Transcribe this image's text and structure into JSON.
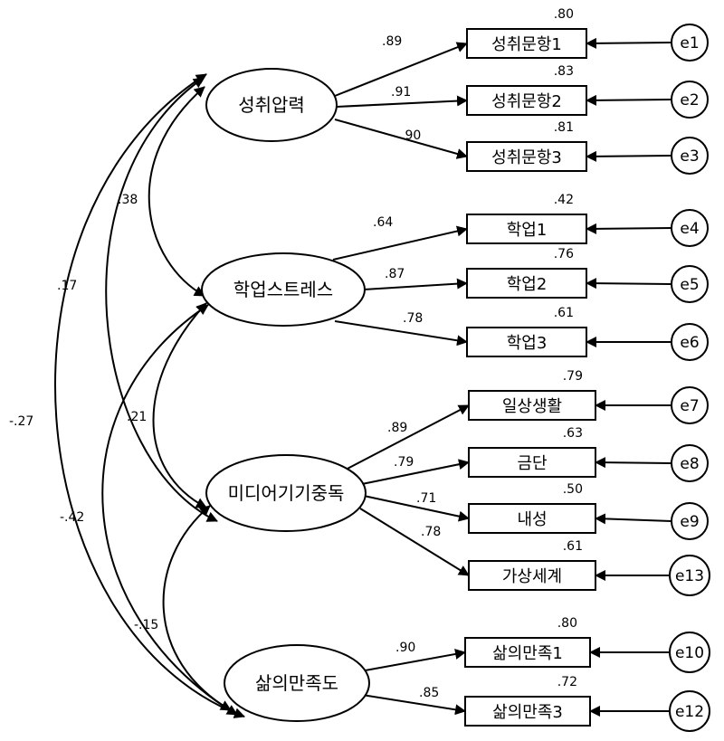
{
  "latents": [
    {
      "id": "L1",
      "label": "성취압력"
    },
    {
      "id": "L2",
      "label": "학업스트레스"
    },
    {
      "id": "L3",
      "label": "미디어기기중독"
    },
    {
      "id": "L4",
      "label": "삶의만족도"
    }
  ],
  "observed": [
    {
      "id": "o1",
      "label": "성취문항1",
      "r2": ".80"
    },
    {
      "id": "o2",
      "label": "성취문항2",
      "r2": ".83"
    },
    {
      "id": "o3",
      "label": "성취문항3",
      "r2": ".81"
    },
    {
      "id": "o4",
      "label": "학업1",
      "r2": ".42"
    },
    {
      "id": "o5",
      "label": "학업2",
      "r2": ".76"
    },
    {
      "id": "o6",
      "label": "학업3",
      "r2": ".61"
    },
    {
      "id": "o7",
      "label": "일상생활",
      "r2": ".79"
    },
    {
      "id": "o8",
      "label": "금단",
      "r2": ".63"
    },
    {
      "id": "o9",
      "label": "내성",
      "r2": ".50"
    },
    {
      "id": "o13",
      "label": "가상세계",
      "r2": ".61"
    },
    {
      "id": "o10",
      "label": "삶의만족1",
      "r2": ".80"
    },
    {
      "id": "o12",
      "label": "삶의만족3",
      "r2": ".72"
    }
  ],
  "errors": [
    {
      "id": "e1",
      "label": "e1",
      "target": "o1"
    },
    {
      "id": "e2",
      "label": "e2",
      "target": "o2"
    },
    {
      "id": "e3",
      "label": "e3",
      "target": "o3"
    },
    {
      "id": "e4",
      "label": "e4",
      "target": "o4"
    },
    {
      "id": "e5",
      "label": "e5",
      "target": "o5"
    },
    {
      "id": "e6",
      "label": "e6",
      "target": "o6"
    },
    {
      "id": "e7",
      "label": "e7",
      "target": "o7"
    },
    {
      "id": "e8",
      "label": "e8",
      "target": "o8"
    },
    {
      "id": "e9",
      "label": "e9",
      "target": "o9"
    },
    {
      "id": "e13",
      "label": "e13",
      "target": "o13"
    },
    {
      "id": "e10",
      "label": "e10",
      "target": "o10"
    },
    {
      "id": "e12",
      "label": "e12",
      "target": "o12"
    }
  ],
  "loadings": [
    {
      "from": "L1",
      "to": "o1",
      "value": ".89"
    },
    {
      "from": "L1",
      "to": "o2",
      "value": ".91"
    },
    {
      "from": "L1",
      "to": "o3",
      "value": ".90"
    },
    {
      "from": "L2",
      "to": "o4",
      "value": ".64"
    },
    {
      "from": "L2",
      "to": "o5",
      "value": ".87"
    },
    {
      "from": "L2",
      "to": "o6",
      "value": ".78"
    },
    {
      "from": "L3",
      "to": "o7",
      "value": ".89"
    },
    {
      "from": "L3",
      "to": "o8",
      "value": ".79"
    },
    {
      "from": "L3",
      "to": "o9",
      "value": ".71"
    },
    {
      "from": "L3",
      "to": "o13",
      "value": ".78"
    },
    {
      "from": "L4",
      "to": "o10",
      "value": ".90"
    },
    {
      "from": "L4",
      "to": "o12",
      "value": ".85"
    }
  ],
  "correlations": [
    {
      "from": "L1",
      "to": "L2",
      "value": ".38"
    },
    {
      "from": "L1",
      "to": "L3",
      "value": ".17"
    },
    {
      "from": "L1",
      "to": "L4",
      "value": "-.27"
    },
    {
      "from": "L2",
      "to": "L3",
      "value": ".21"
    },
    {
      "from": "L2",
      "to": "L4",
      "value": "-.42"
    },
    {
      "from": "L3",
      "to": "L4",
      "value": "-.15"
    }
  ]
}
